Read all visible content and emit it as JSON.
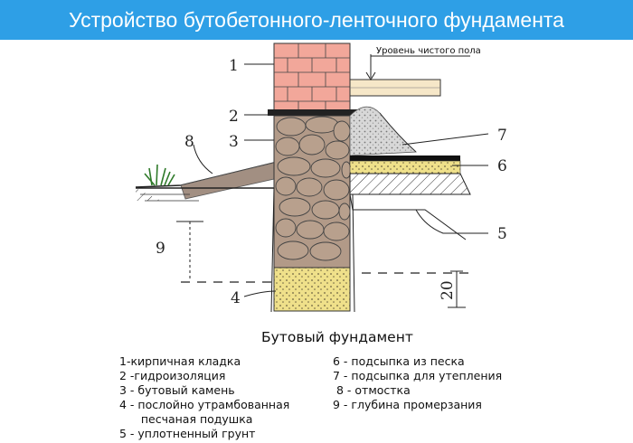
{
  "title": "Устройство бутобетонного-ленточного фундамента",
  "floor_level_label": "Уровень чистого пола",
  "caption": "Бутовый фундамент",
  "dimension_label": "20",
  "callouts": {
    "n1": "1",
    "n2": "2",
    "n3": "3",
    "n4": "4",
    "n5": "5",
    "n6": "6",
    "n7": "7",
    "n8": "8",
    "n9": "9"
  },
  "legend_left": [
    "1-кирпичная кладка",
    "2 -гидроизоляция",
    "3 - бутовый камень",
    "4 - послойно утрамбованная",
    "      песчаная подушка",
    "5 - уплотненный грунт"
  ],
  "legend_right": [
    "6 - подсыпка из песка",
    "7 - подсыпка для утепления",
    " 8 - отмостка",
    "9  - глубина промерзания"
  ],
  "colors": {
    "header_bg": "#2e9fe6",
    "brick": "#f2a79a",
    "stone": "#b29a88",
    "sand": "#efe08a",
    "soil_line": "#222222"
  }
}
